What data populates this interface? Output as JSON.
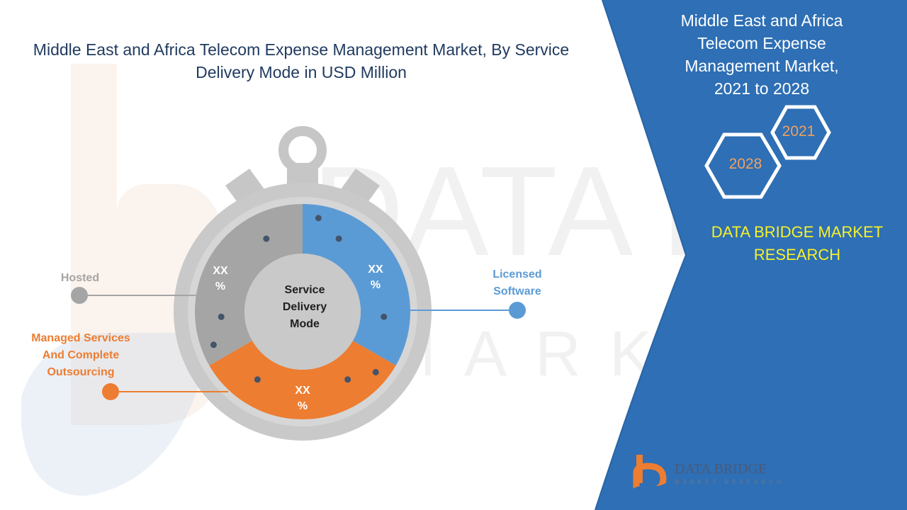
{
  "title": "Middle East and Africa Telecom Expense Management Market, By Service Delivery Mode in USD Million",
  "side_panel": {
    "title_lines": [
      "Middle East and Africa",
      "Telecom Expense",
      "Management Market,",
      "2021 to 2028"
    ],
    "hex_start_year": "2021",
    "hex_end_year": "2028",
    "brand_lines": [
      "DATA BRIDGE MARKET",
      "RESEARCH"
    ],
    "colors": {
      "panel": "#2e6fb5",
      "hex_stroke": "#ffffff",
      "brand": "#f6f02a"
    }
  },
  "logo": {
    "text": "DATA BRIDGE",
    "subtext": "MARKET RESEARCH",
    "icon": "data-bridge-logo-icon"
  },
  "chart_data": {
    "type": "pie",
    "title": "Middle East and Africa Telecom Expense Management Market, By Service Delivery Mode in USD Million",
    "center_label_lines": [
      "Service",
      "Delivery",
      "Mode"
    ],
    "segments": [
      {
        "name": "Licensed Software",
        "label_lines": [
          "Licensed",
          "Software"
        ],
        "value_label_lines": [
          "XX",
          "%"
        ],
        "share": 0.3333,
        "color": "#5b9bd5"
      },
      {
        "name": "Managed Services And Complete Outsourcing",
        "label_lines": [
          "Managed Services",
          "And Complete",
          "Outsourcing"
        ],
        "value_label_lines": [
          "XX",
          "%"
        ],
        "share": 0.3333,
        "color": "#ed7d31"
      },
      {
        "name": "Hosted",
        "label_lines": [
          "Hosted"
        ],
        "value_label_lines": [
          "XX",
          "%"
        ],
        "share": 0.3334,
        "color": "#a5a5a5"
      }
    ]
  }
}
